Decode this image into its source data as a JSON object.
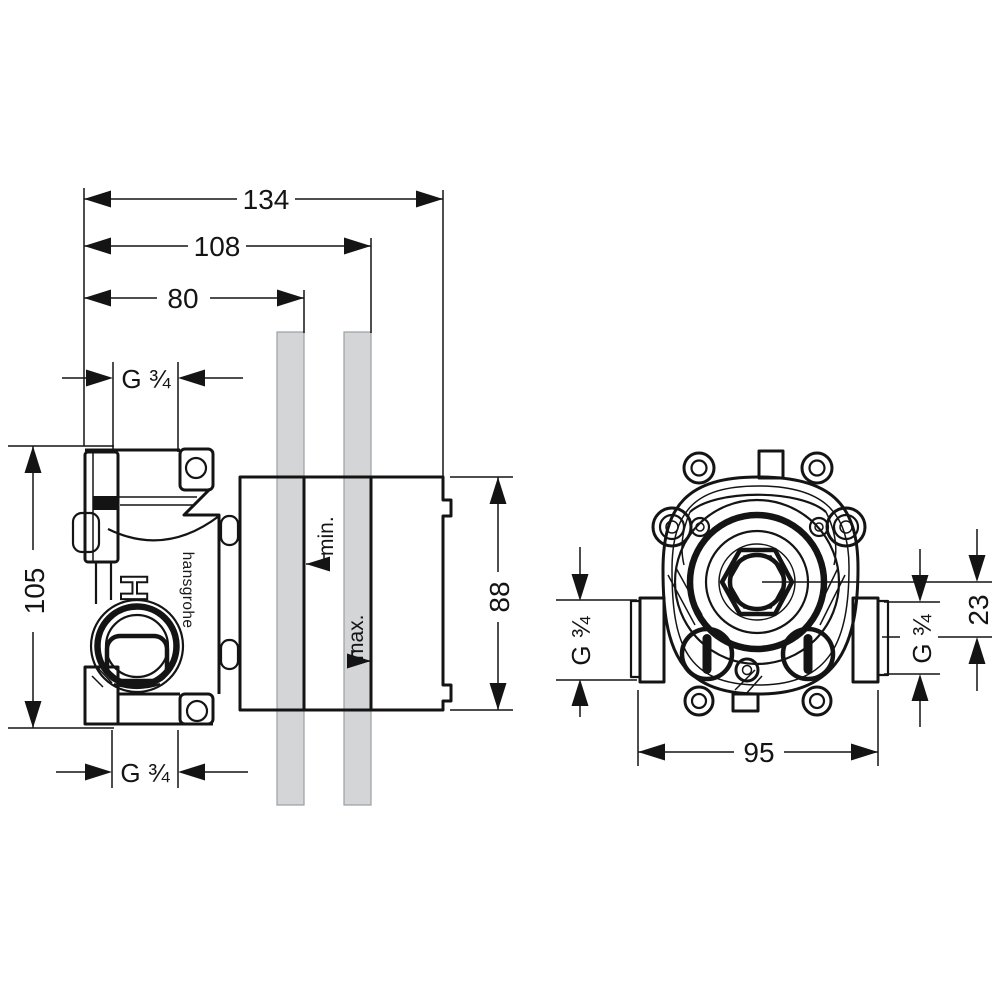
{
  "colors": {
    "line": "#141414",
    "wall_fill": "#d3d5d6",
    "wall_edge": "#9aa0a4",
    "background": "#ffffff"
  },
  "side_view": {
    "brand_text": "hansgrohe",
    "handle_symbol": "H",
    "dimensions": {
      "total_depth": "134",
      "max_depth": "108",
      "min_depth": "80",
      "top_thread": "G ¾",
      "height": "105",
      "bottom_thread": "G ¾",
      "housing_depth": "88"
    },
    "annotations": {
      "min_label": "min.",
      "max_label": "max."
    }
  },
  "front_view": {
    "dimensions": {
      "width": "95",
      "left_thread": "G ¾",
      "right_thread": "G ¾",
      "axis_offset": "23"
    }
  }
}
